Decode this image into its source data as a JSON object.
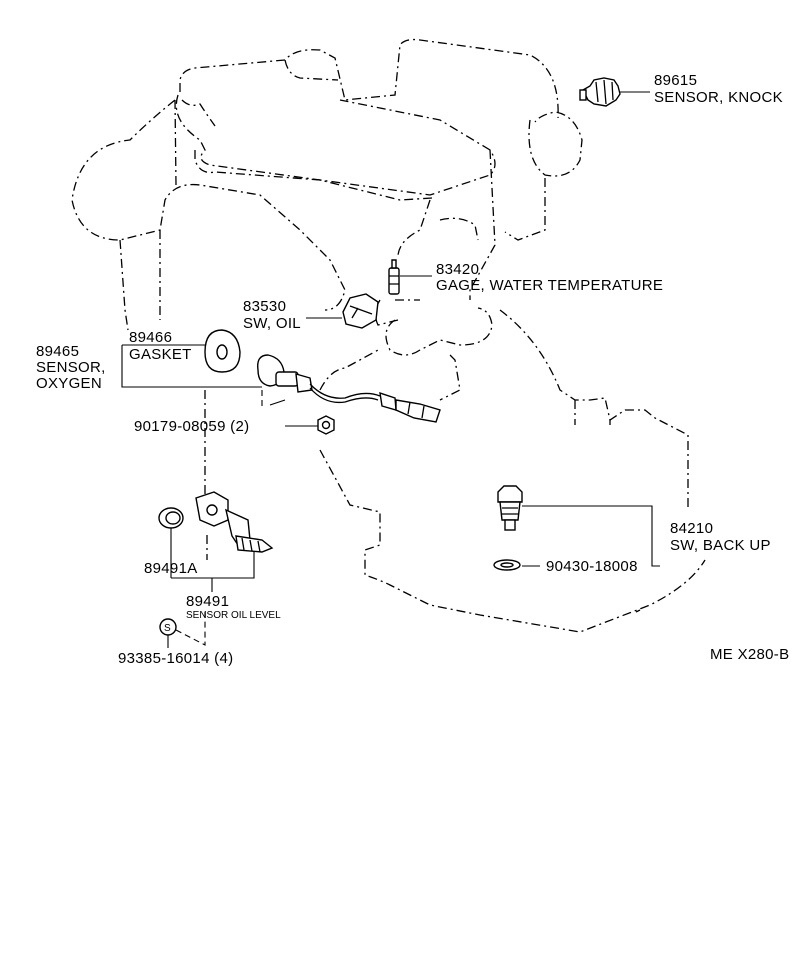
{
  "diagram": {
    "labels": [
      {
        "id": "knock_num",
        "text": "89615"
      },
      {
        "id": "knock_name",
        "text": "SENSOR, KNOCK"
      },
      {
        "id": "water_num",
        "text": "83420"
      },
      {
        "id": "water_name",
        "text": "GAGE, WATER TEMPERATURE"
      },
      {
        "id": "oil_num",
        "text": "83530"
      },
      {
        "id": "oil_name",
        "text": "SW, OIL"
      },
      {
        "id": "gasket_num",
        "text": "89466"
      },
      {
        "id": "gasket_name",
        "text": "GASKET"
      },
      {
        "id": "oxy_num",
        "text": "89465"
      },
      {
        "id": "oxy_name1",
        "text": "SENSOR,"
      },
      {
        "id": "oxy_name2",
        "text": "OXYGEN"
      },
      {
        "id": "bolt_num",
        "text": "90179-08059 (2)"
      },
      {
        "id": "oillevel_a_num",
        "text": "89491A"
      },
      {
        "id": "oillevel_num",
        "text": "89491"
      },
      {
        "id": "oillevel_name",
        "text": "SENSOR OIL LEVEL"
      },
      {
        "id": "screw_num",
        "text": "93385-16014 (4)"
      },
      {
        "id": "backup_num",
        "text": "84210"
      },
      {
        "id": "backup_name",
        "text": "SW, BACK UP"
      },
      {
        "id": "washer_num",
        "text": "90430-18008"
      },
      {
        "id": "diagram_code",
        "text": "ME X280-B"
      }
    ],
    "screw_symbol": "S"
  }
}
